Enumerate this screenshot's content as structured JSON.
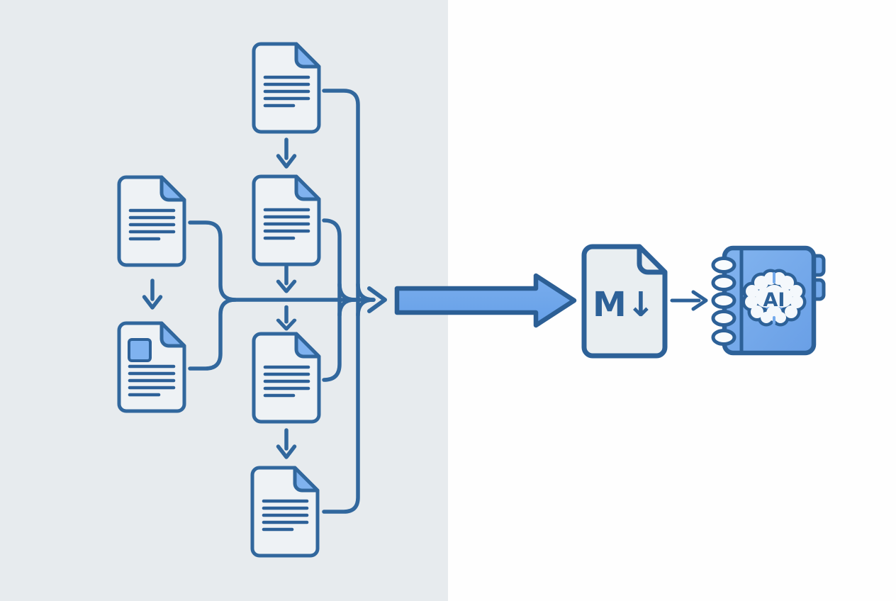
{
  "page": {
    "kind": "document-to-markdown-to-ai-flow-illustration",
    "background_left": "#e7ebee",
    "background_right": "#fefefe"
  },
  "palette": {
    "outline_blue": "#31679d",
    "deep_blue": "#2d6198",
    "document_fill": "#eef2f5",
    "markdown_fill": "#e9eef1",
    "fold_blue": "#7fb2ef",
    "accent_blue": "#6ba4ea",
    "ring_white": "#f8fbfd",
    "brain_white": "#f4f8fc"
  },
  "flow": {
    "description": "Six source documents merge through connector lines into a single Markdown file that feeds an AI notebook",
    "source_documents": [
      {
        "id": "left-top",
        "icon": "text-document-icon"
      },
      {
        "id": "left-bottom",
        "icon": "image-document-icon"
      },
      {
        "id": "middle-1",
        "icon": "text-document-icon"
      },
      {
        "id": "middle-2",
        "icon": "text-document-icon"
      },
      {
        "id": "middle-3",
        "icon": "text-document-icon"
      },
      {
        "id": "middle-4",
        "icon": "text-document-icon"
      }
    ],
    "markdown_file": {
      "icon": "markdown-file-icon",
      "label": "M↓"
    },
    "ai_notebook": {
      "icon": "ai-notebook-icon",
      "label": "AI"
    }
  }
}
